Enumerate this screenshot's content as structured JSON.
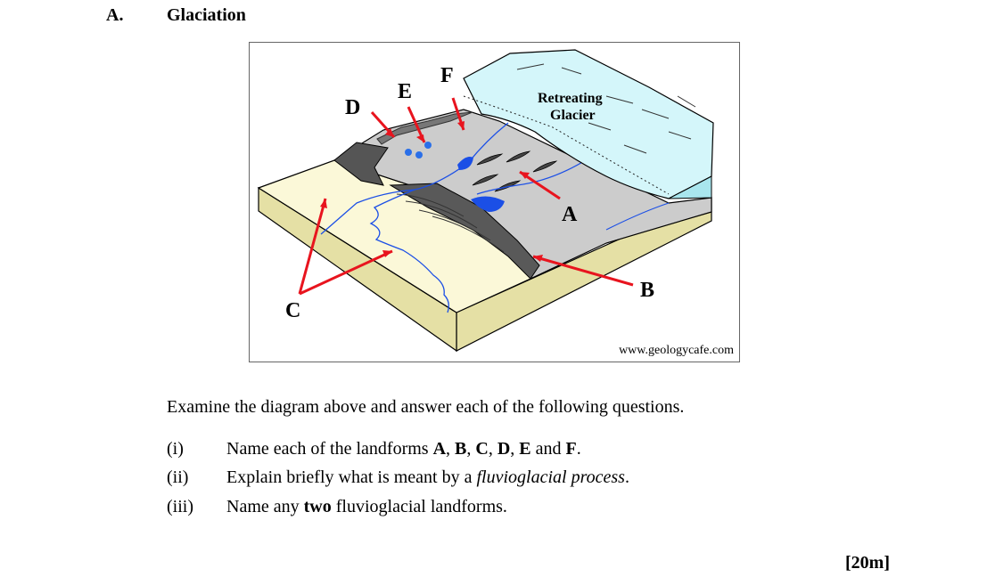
{
  "section": {
    "letter": "A.",
    "title": "Glaciation"
  },
  "diagram": {
    "labels": {
      "a": "A",
      "b": "B",
      "c": "C",
      "d": "D",
      "e": "E",
      "f": "F",
      "glacier_line1": "Retreating",
      "glacier_line2": "Glacier"
    },
    "credit": "www.geologycafe.com",
    "colors": {
      "arrow": "#e8141e",
      "ice": "#d4f6fa",
      "outwash": "#fbf8d8",
      "ground": "#cccccc",
      "soil_side": "#e5e0a5",
      "water": "#1b4fe6",
      "moraine": "#555555"
    }
  },
  "intro": "Examine the diagram above and answer each of the following questions.",
  "questions": [
    {
      "num": "(i)",
      "pre": "Name each of the landforms ",
      "b1": "A",
      "s1": ", ",
      "b2": "B",
      "s2": ", ",
      "b3": "C",
      "s3": ", ",
      "b4": "D",
      "s4": ", ",
      "b5": "E",
      "s5": " and ",
      "b6": "F",
      "post": "."
    },
    {
      "num": "(ii)",
      "pre": "Explain briefly what is meant by a ",
      "em": "fluvioglacial process",
      "post": "."
    },
    {
      "num": "(iii)",
      "pre": "Name any ",
      "strong": "two",
      "post": " fluvioglacial landforms."
    }
  ],
  "marks": "[20m]"
}
